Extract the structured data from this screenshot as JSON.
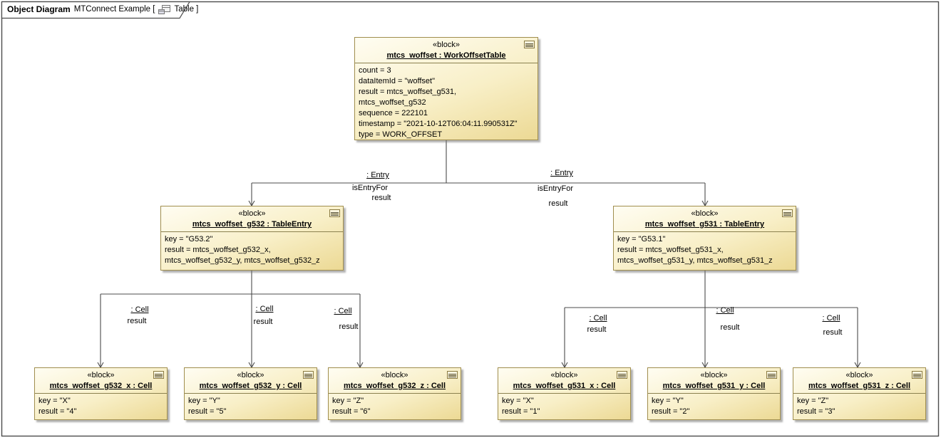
{
  "tab": {
    "diagram_type": "Object Diagram",
    "diagram_name": "MTConnect Example [",
    "diagram_kind": "Table ]",
    "icon": "table-diagram-icon"
  },
  "blocks": {
    "woffset": {
      "stereotype": "«block»",
      "name": "mtcs_woffset : WorkOffsetTable",
      "attrs": [
        "count = 3",
        "dataItemId = \"woffset\"",
        "result = mtcs_woffset_g531,",
        "mtcs_woffset_g532",
        "sequence = 222101",
        "timestamp = \"2021-10-12T06:04:11.990531Z\"",
        "type = WORK_OFFSET"
      ]
    },
    "g532": {
      "stereotype": "«block»",
      "name": "mtcs_woffset_g532 : TableEntry",
      "attrs": [
        "key = \"G53.2\"",
        "result = mtcs_woffset_g532_x,",
        "mtcs_woffset_g532_y, mtcs_woffset_g532_z"
      ]
    },
    "g531": {
      "stereotype": "«block»",
      "name": "mtcs_woffset_g531 : TableEntry",
      "attrs": [
        "key = \"G53.1\"",
        "result = mtcs_woffset_g531_x,",
        "mtcs_woffset_g531_y, mtcs_woffset_g531_z"
      ]
    },
    "g532x": {
      "stereotype": "«block»",
      "name": "mtcs_woffset_g532_x : Cell",
      "attrs": [
        "key = \"X\"",
        "result = \"4\""
      ]
    },
    "g532y": {
      "stereotype": "«block»",
      "name": "mtcs_woffset_g532_y : Cell",
      "attrs": [
        "key = \"Y\"",
        "result = \"5\""
      ]
    },
    "g532z": {
      "stereotype": "«block»",
      "name": "mtcs_woffset_g532_z : Cell",
      "attrs": [
        "key = \"Z\"",
        "result = \"6\""
      ]
    },
    "g531x": {
      "stereotype": "«block»",
      "name": "mtcs_woffset_g531_x : Cell",
      "attrs": [
        "key = \"X\"",
        "result = \"1\""
      ]
    },
    "g531y": {
      "stereotype": "«block»",
      "name": "mtcs_woffset_g531_y : Cell",
      "attrs": [
        "key = \"Y\"",
        "result = \"2\""
      ]
    },
    "g531z": {
      "stereotype": "«block»",
      "name": "mtcs_woffset_g531_z : Cell",
      "attrs": [
        "key = \"Z\"",
        "result = \"3\""
      ]
    }
  },
  "links": {
    "entry_left": {
      "role": ": Entry",
      "property": "isEntryFor",
      "end": "result"
    },
    "entry_right": {
      "role": ": Entry",
      "property": "isEntryFor",
      "end": "result"
    },
    "cell_left_x": {
      "role": ": Cell",
      "end": "result"
    },
    "cell_left_y": {
      "role": ": Cell",
      "end": "result"
    },
    "cell_left_z": {
      "role": ": Cell",
      "end": "result"
    },
    "cell_right_x": {
      "role": ": Cell",
      "end": "result"
    },
    "cell_right_y": {
      "role": ": Cell",
      "end": "result"
    },
    "cell_right_z": {
      "role": ": Cell",
      "end": "result"
    }
  },
  "colors": {
    "block_fill_top": "#fffdf2",
    "block_fill_bottom": "#ecd994",
    "block_border": "#a08e4e",
    "connector": "#4c4c4c",
    "frame_border": "#4c4c4c"
  }
}
